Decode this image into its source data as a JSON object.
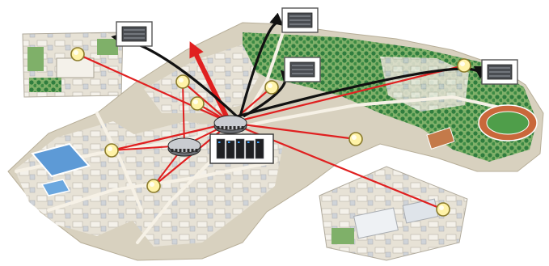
{
  "colors": {
    "background": "#ffffff",
    "campus_ground": "#d9d2c2",
    "grass": "#7fb069",
    "trees": "#2f7d3e",
    "roads": "#f4efe4",
    "buildings": "#e9e6df",
    "building_roof": "#c9cbcf",
    "water": "#5d9ad6",
    "track": "#c9683b",
    "field": "#4f9e4a",
    "link_red": "#e02020",
    "link_black": "#111111",
    "node_fill": "#fff3a8",
    "node_stroke": "#8a7a2a",
    "device_frame": "#555555"
  },
  "icons": {
    "access_point": "access-point-icon",
    "network_switch": "network-switch-icon",
    "server_rack": "server-rack-icon",
    "hub": "hub-router-icon"
  },
  "diagram": {
    "nodes": [
      {
        "id": "ap-nw",
        "kind": "access_point"
      },
      {
        "id": "ap-1",
        "kind": "access_point"
      },
      {
        "id": "ap-2",
        "kind": "access_point"
      },
      {
        "id": "ap-3",
        "kind": "access_point"
      },
      {
        "id": "ap-4",
        "kind": "access_point"
      },
      {
        "id": "ap-5",
        "kind": "access_point"
      },
      {
        "id": "ap-6",
        "kind": "access_point"
      },
      {
        "id": "ap-7",
        "kind": "access_point"
      },
      {
        "id": "ap-8",
        "kind": "access_point"
      },
      {
        "id": "hub-center",
        "kind": "hub"
      },
      {
        "id": "hub-left",
        "kind": "hub"
      },
      {
        "id": "sw-1",
        "kind": "network_switch"
      },
      {
        "id": "sw-2",
        "kind": "network_switch"
      },
      {
        "id": "sw-3",
        "kind": "network_switch"
      },
      {
        "id": "sw-4",
        "kind": "network_switch"
      },
      {
        "id": "server",
        "kind": "server_rack"
      }
    ],
    "links": [
      {
        "from": "ap-nw",
        "to": "hub-center",
        "style": "red"
      },
      {
        "from": "ap-1",
        "to": "hub-center",
        "style": "red"
      },
      {
        "from": "ap-2",
        "to": "hub-center",
        "style": "red"
      },
      {
        "from": "ap-3",
        "to": "hub-center",
        "style": "red"
      },
      {
        "from": "ap-4",
        "to": "hub-center",
        "style": "red"
      },
      {
        "from": "ap-5",
        "to": "hub-center",
        "style": "red"
      },
      {
        "from": "ap-6",
        "to": "hub-center",
        "style": "red"
      },
      {
        "from": "ap-7",
        "to": "hub-center",
        "style": "red"
      },
      {
        "from": "ap-8",
        "to": "hub-center",
        "style": "red"
      },
      {
        "from": "hub-center",
        "to": "sw-1",
        "style": "black-arrow"
      },
      {
        "from": "hub-center",
        "to": "sw-2",
        "style": "black-arrow"
      },
      {
        "from": "hub-center",
        "to": "sw-3",
        "style": "black-arrow"
      },
      {
        "from": "hub-center",
        "to": "sw-4",
        "style": "black-arrow"
      },
      {
        "from": "hub-center",
        "to": "uplink",
        "style": "red-thick-arrow"
      }
    ]
  }
}
